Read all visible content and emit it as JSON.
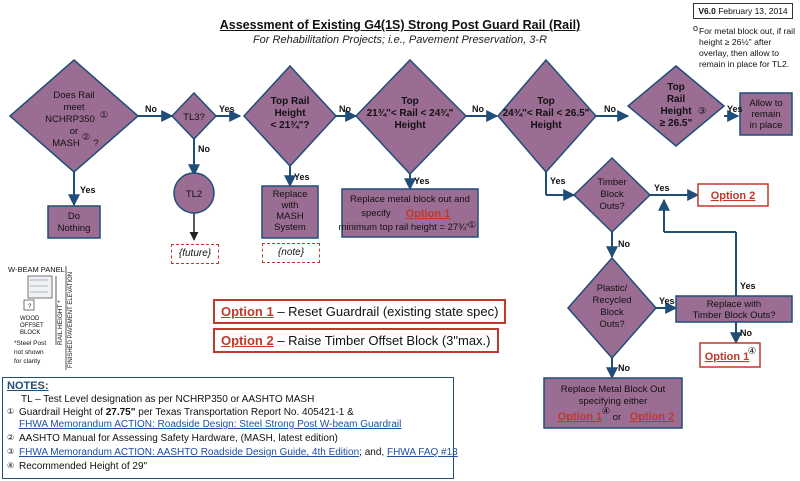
{
  "header": {
    "title": "Assessment of Existing G4(1S) Strong Post Guard Rail (Rail)",
    "subtitle": "For Rehabilitation Projects; i.e., Pavement Preservation, 3-R",
    "version": "V6.0",
    "date": "February 13, 2014",
    "top_note_bullet": "o",
    "top_note": "For metal block out, if rail height ≥ 26½\" after overlay, then allow to remain in place for TL2."
  },
  "diagram": {
    "d1_lines": [
      "Does Rail",
      "meet",
      "NCHRP350",
      "or",
      "MASH",
      "?"
    ],
    "d1_sup1": "①",
    "d1_sup2": "②",
    "d2": "TL3?",
    "d3_lines": [
      "Top Rail",
      "Height",
      "< 21¾\"?"
    ],
    "d4_lines": [
      "Top",
      "21¾\"< Rail < 24¾\"",
      "Height"
    ],
    "d5_lines": [
      "Top",
      "24¾\"< Rail < 26.5\"",
      "Height"
    ],
    "d6_lines": [
      "Top",
      "Rail",
      "Height",
      "≥ 26.5\""
    ],
    "d6_sup": "③",
    "d7_lines": [
      "Timber",
      "Block",
      "Outs?"
    ],
    "d8_lines": [
      "Plastic/",
      "Recycled",
      "Block",
      "Outs?"
    ],
    "tl2": "TL2",
    "do_nothing": [
      "Do",
      "Nothing"
    ],
    "replace_mash": [
      "Replace",
      "with",
      "MASH",
      "System"
    ],
    "allow_remain": [
      "Allow to",
      "remain",
      "in place"
    ],
    "replace_block_line1": "Replace metal block out and",
    "replace_block_line2_pre": "specify",
    "replace_block_option": "Option 1",
    "replace_block_line3": "minimum top rail height = 27¾\"",
    "replace_block_sup": "①",
    "option2_right": "Option 2",
    "replace_timber": [
      "Replace with",
      "Timber Block Outs?"
    ],
    "option1_bottom_right": "Option 1",
    "option1_bottom_right_sup": "④",
    "replace_metal_line1": "Replace Metal Block Out",
    "replace_metal_line2": "specifying either",
    "replace_metal_opt1": "Option 1",
    "replace_metal_sup": "④",
    "replace_metal_or": "or",
    "replace_metal_opt2": "Option 2",
    "future": "{future}",
    "note": "{note}",
    "yes": "Yes",
    "no": "No"
  },
  "legend": {
    "option1_label": "Option 1",
    "option1_text": " – Reset Guardrail (existing state spec)",
    "option2_label": "Option 2",
    "option2_text": " – Raise Timber Offset Block (3\"max.)"
  },
  "panel": {
    "title": "W-BEAM PANEL",
    "wood_block": "WOOD\nOFFSET\nBLOCK",
    "rail_height": "RAIL HEIGHT *",
    "elevation": "FINISHED PAVEMENT ELEVATION",
    "steel_post": "*Steel Post\nnot shown\nfor clarity"
  },
  "notes": {
    "heading": "NOTES:",
    "n1": "TL – Test Level designation as per NCHRP350 or AASHTO MASH",
    "n2_bullet": "①",
    "n2_pre": "Guardrail Height of ",
    "n2_bold": "27.75\"",
    "n2_post": " per Texas Transportation Report No. 405421-1 &",
    "n2_link": "FHWA Memorandum ACTION: Roadside Design: Steel Strong Post W-beam Guardrail",
    "n3_bullet": "②",
    "n3": "AASHTO Manual for Assessing Safety Hardware, (MASH, latest edition)",
    "n4_bullet": "③",
    "n4_link1": "FHWA Memorandum ACTION: AASHTO Roadside Design Guide, 4th Edition",
    "n4_mid": "; and, ",
    "n4_link2": "FHWA FAQ #13",
    "n5_bullet": "④",
    "n5": "Recommended Height of 29\""
  },
  "colors": {
    "diamond_fill": "#9b6d93",
    "box_fill": "#9b6d93",
    "arrow": "#1f4e79",
    "option_red": "#c0392b"
  }
}
